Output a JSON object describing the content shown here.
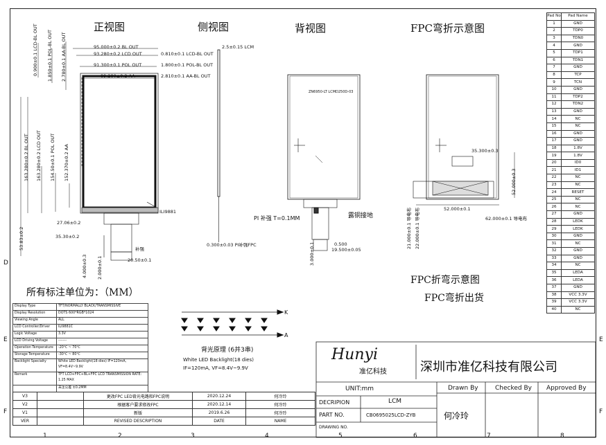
{
  "views": {
    "front_title": "正视图",
    "side_title": "侧视图",
    "back_title": "背视图",
    "fpc_title": "FPC弯折示意图"
  },
  "front_dims": {
    "h1": "95.000±0.2 BL OUT",
    "h2": "93.280±0.2 LCD OUT",
    "h3": "91.300±0.1 POL OUT",
    "h4": "89.280±0.2 AA",
    "r1": "0.810±0.1 LCD-BL OUT",
    "r2": "1.800±0.1 POL-BL OUT",
    "r3": "2.810±0.1 AA-BL OUT",
    "v1": "0.900±0.1 LCD-BL OUT",
    "v2": "1.850±0.1 POL-BL OUT",
    "v3": "2.780±0.1 AA-BL OUT",
    "v4": "163.280±0.2 BL OUT",
    "v5": "163.280±0.2 LCD OUT",
    "v6": "154.50±0.1 POL OUT",
    "v7": "152.370±0.2 AA",
    "total": "53.83±0.2",
    "fpc1": "27.06±0.2",
    "fpc2": "35.30±0.2",
    "fpc3": "20.50±0.1",
    "fpc4": "4.000±0.3",
    "fpc5": "2.000±0.1",
    "chip": "ILI9881",
    "note_small": "补强"
  },
  "side_dims": {
    "lcm": "2.5±0.15 LCM",
    "pi": "0.300±0.03 PI补强FPC"
  },
  "back": {
    "stiffener": "PI 补强 T=0.1MM",
    "copper": "露铜接地",
    "d1": "0.500",
    "d2": "19.500±0.05",
    "d3": "3.000±0.1",
    "label": "ZN6950-LT LCMD250D-03"
  },
  "fpc": {
    "d1": "35.300±0.3",
    "d2": "52.000±0.1",
    "d3": "52.000±0.3",
    "d4": "21.000±0.1 导电布",
    "d5": "22.000±0.1 导电布",
    "d6": "62.000±0.1 导电布",
    "bend_caption": "FPC折弯示意图",
    "ship_caption": "FPC弯折出货"
  },
  "unit_note": "所有标注单位为：（MM）",
  "spec": [
    [
      "Display Type",
      "TFT/NORMALLY BLACK/TRANSMISSIVE"
    ],
    [
      "Display Resolution",
      "DOTS 600*RGB*1024"
    ],
    [
      "Viewing Angle",
      "ALL"
    ],
    [
      "LCD Controller/Driver",
      "ILI9881C"
    ],
    [
      "Logic Voltage",
      "3.3V"
    ],
    [
      "LCD Driving Voltage",
      "-------"
    ],
    [
      "Operation Temperature",
      "-20℃ ~ 70℃"
    ],
    [
      "Storage Temperature",
      "-30℃ ~ 80℃"
    ],
    [
      "Backlight Specialty",
      "White LED Backlight(18 dies) IF=120mA, VF=8.4V~9.9V"
    ],
    [
      "Remark",
      "TFT LCD+FPC+BL+FPC LCD TRANSMISSION RATE: 1.25 MAX"
    ],
    [
      "",
      "未注公差 ±0.2MM"
    ]
  ],
  "backlight": {
    "title": "背光原理 (6并3串)",
    "line1": "White LED Backlight(18 dies)",
    "line2": "IF=120mA, VF=8.4V~9.9V",
    "k": "K",
    "a": "A"
  },
  "pads": {
    "header_no": "Pad No",
    "header_name": "Pad Name",
    "rows": [
      [
        "1",
        "GND"
      ],
      [
        "2",
        "TDP0"
      ],
      [
        "3",
        "TDN0"
      ],
      [
        "4",
        "GND"
      ],
      [
        "5",
        "TDP1"
      ],
      [
        "6",
        "TDN1"
      ],
      [
        "7",
        "GND"
      ],
      [
        "8",
        "TCP"
      ],
      [
        "9",
        "TCN"
      ],
      [
        "10",
        "GND"
      ],
      [
        "11",
        "TDP2"
      ],
      [
        "12",
        "TDN2"
      ],
      [
        "13",
        "GND"
      ],
      [
        "14",
        "NC"
      ],
      [
        "15",
        "NC"
      ],
      [
        "16",
        "GND"
      ],
      [
        "17",
        "GND"
      ],
      [
        "18",
        "1.8V"
      ],
      [
        "19",
        "1.8V"
      ],
      [
        "20",
        "ID0"
      ],
      [
        "21",
        "ID1"
      ],
      [
        "22",
        "NC"
      ],
      [
        "23",
        "NC"
      ],
      [
        "24",
        "RESET"
      ],
      [
        "25",
        "NC"
      ],
      [
        "26",
        "NC"
      ],
      [
        "27",
        "GND"
      ],
      [
        "28",
        "LEDK"
      ],
      [
        "29",
        "LEDK"
      ],
      [
        "30",
        "GND"
      ],
      [
        "31",
        "NC"
      ],
      [
        "32",
        "GND"
      ],
      [
        "33",
        "GND"
      ],
      [
        "34",
        "NC"
      ],
      [
        "35",
        "LEDA"
      ],
      [
        "36",
        "LEDA"
      ],
      [
        "37",
        "GND"
      ],
      [
        "38",
        "VCC 3.3V"
      ],
      [
        "39",
        "VCC 3.3V"
      ],
      [
        "40",
        "NC"
      ]
    ]
  },
  "title_block": {
    "logo_text": "Hunyi",
    "logo_sub": "准亿科技",
    "company": "深圳市准亿科技有限公司",
    "unit": "UNIT:mm",
    "drawn_by": "Drawn By",
    "checked_by": "Checked By",
    "approved_by": "Approved By",
    "descrip_label": "DECRIPION",
    "descrip_value": "LCM",
    "partno_label": "PART NO.",
    "partno_value": "CB0695025LCD-ZYB",
    "drawer": "何冷玲",
    "drawing_no": "DRAWING NO."
  },
  "revisions": [
    [
      "V3",
      "",
      "更改FPC LED背光电路和FPC说明",
      "2020.12.24",
      "何冷玲"
    ],
    [
      "V2",
      "",
      "根据客户要求修改FPC",
      "2020.12.14",
      "何冷玲"
    ],
    [
      "V1",
      "",
      "新版",
      "2019.6.26",
      "何冷玲"
    ],
    [
      "VER",
      "",
      "REVISED DESCRIPTION",
      "DATE",
      "NAME"
    ]
  ],
  "grid": {
    "cols": [
      "1",
      "2",
      "3",
      "4",
      "5",
      "6",
      "7",
      "8"
    ],
    "rows": [
      "D",
      "E",
      "F"
    ]
  }
}
